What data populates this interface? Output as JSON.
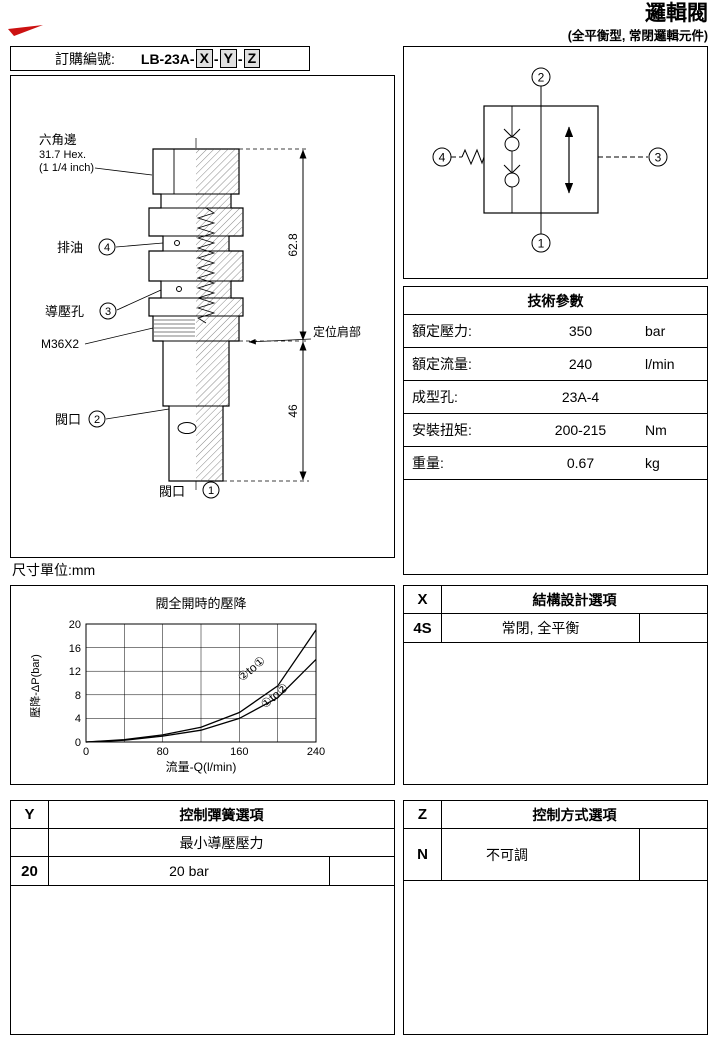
{
  "header": {
    "title": "邏輯閥",
    "subtitle": "(全平衡型, 常閉邏輯元件)"
  },
  "order": {
    "label": "訂購編號:",
    "prefix": "LB-23A-",
    "x": "X",
    "y": "Y",
    "z": "Z",
    "sep": "-"
  },
  "drawing": {
    "hex_line1": "六角邊",
    "hex_line2": "31.7 Hex.",
    "hex_line3": "(1 1/4 inch)",
    "drain_label": "排油",
    "drain_num": "4",
    "pilot_label": "導壓孔",
    "pilot_num": "3",
    "thread_label": "M36X2",
    "port2_label": "閥口",
    "port2_num": "2",
    "port1_label": "閥口",
    "port1_num": "1",
    "shoulder_label": "定位肩部",
    "dim_upper": "62.8",
    "dim_lower": "46",
    "unit_note": "尺寸單位:mm"
  },
  "schematic": {
    "port1": "1",
    "port2": "2",
    "port3": "3",
    "port4": "4"
  },
  "tech": {
    "title": "技術參數",
    "rows": [
      {
        "label": "額定壓力:",
        "value": "350",
        "unit": "bar"
      },
      {
        "label": "額定流量:",
        "value": "240",
        "unit": "l/min"
      },
      {
        "label": "成型孔:",
        "value": "23A-4",
        "unit": ""
      },
      {
        "label": "安裝扭矩:",
        "value": "200-215",
        "unit": "Nm"
      },
      {
        "label": "重量:",
        "value": "0.67",
        "unit": "kg"
      }
    ]
  },
  "chart_data": {
    "type": "line",
    "title": "閥全開時的壓降",
    "xlabel": "流量-Q(l/min)",
    "ylabel": "壓降-ΔP(bar)",
    "xlim": [
      0,
      240
    ],
    "ylim": [
      0,
      20
    ],
    "xticks": [
      0,
      80,
      160,
      240
    ],
    "yticks": [
      0,
      4,
      8,
      12,
      16,
      20
    ],
    "grid": {
      "x_step": 40,
      "y_step": 4,
      "on": true
    },
    "legend_position": "on-curve",
    "series": [
      {
        "name": "②to①",
        "points": [
          [
            0,
            0
          ],
          [
            40,
            0.4
          ],
          [
            80,
            1.2
          ],
          [
            120,
            2.5
          ],
          [
            160,
            5
          ],
          [
            200,
            9.5
          ],
          [
            240,
            19
          ]
        ]
      },
      {
        "name": "①to②",
        "points": [
          [
            0,
            0
          ],
          [
            40,
            0.3
          ],
          [
            80,
            1
          ],
          [
            120,
            2
          ],
          [
            160,
            4
          ],
          [
            200,
            7.5
          ],
          [
            240,
            14
          ]
        ]
      }
    ]
  },
  "options_x": {
    "key": "X",
    "title": "結構設計選項",
    "rows": [
      {
        "key": "4S",
        "value": "常閉, 全平衡"
      }
    ]
  },
  "options_y": {
    "key": "Y",
    "title": "控制彈簧選項",
    "subtitle": "最小導壓壓力",
    "rows": [
      {
        "key": "20",
        "value": "20 bar"
      }
    ]
  },
  "options_z": {
    "key": "Z",
    "title": "控制方式選項",
    "rows": [
      {
        "key": "N",
        "value": "不可調"
      }
    ]
  },
  "colors": {
    "accent": "#cc1111",
    "line": "#000000"
  }
}
